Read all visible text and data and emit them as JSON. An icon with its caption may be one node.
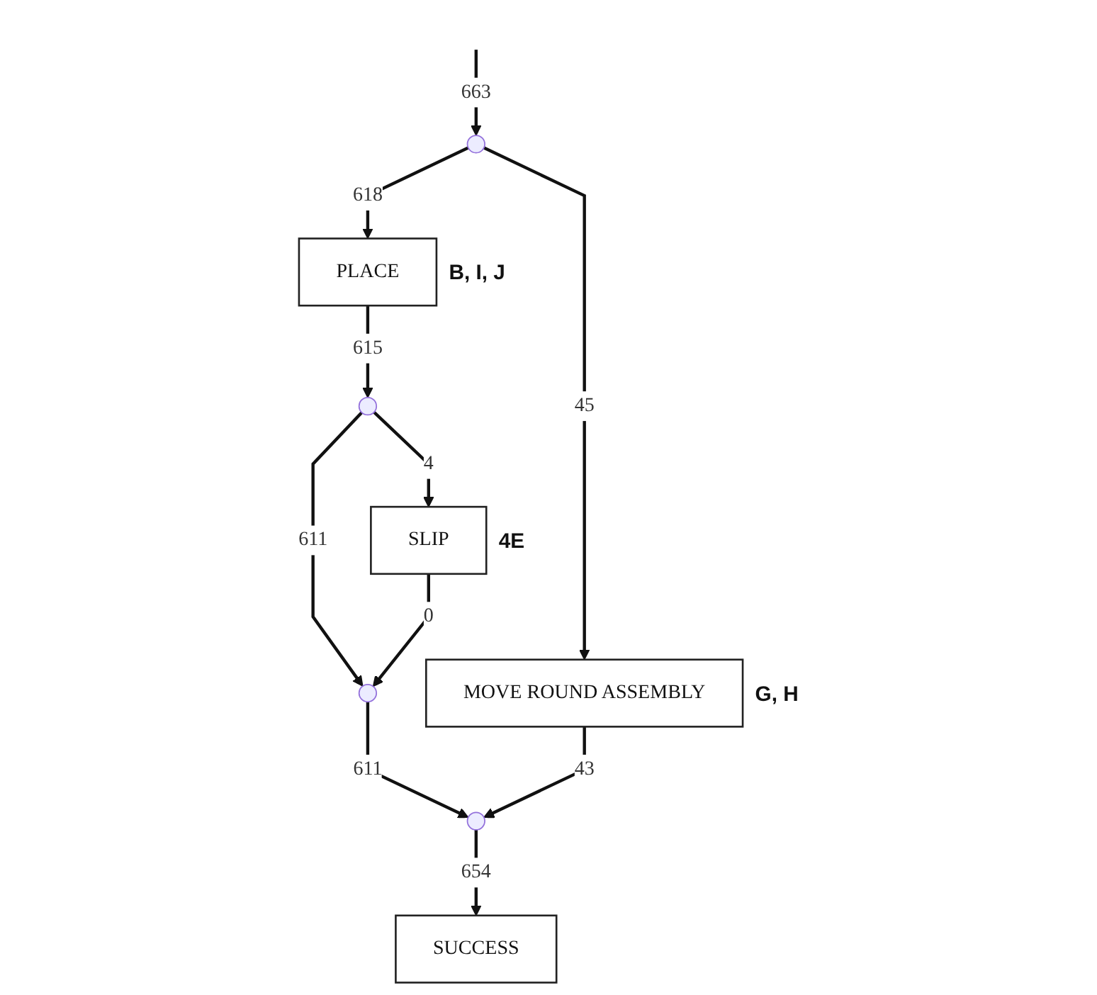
{
  "diagram": {
    "nodes": [
      {
        "text": [],
        "shape": "dot"
      },
      {
        "text": [
          "PLACE"
        ],
        "beside": [
          "B, I, J"
        ]
      },
      {
        "text": [
          "MOVE ROUND ASSEMBLY"
        ],
        "beside": [
          "G, H"
        ]
      },
      {
        "text": [],
        "shape": "dot"
      },
      {
        "text": [
          "SLIP"
        ],
        "beside": [
          "4E"
        ]
      },
      {
        "text": [],
        "shape": "dot"
      },
      {
        "text": [],
        "shape": "dot"
      },
      {
        "text": [
          "SUCCESS"
        ]
      }
    ],
    "edges": [
      {
        "from": null,
        "to": 0,
        "arrow": "to",
        "label": "663"
      },
      {
        "from": 0,
        "to": 1,
        "arrow": "to",
        "label": "618"
      },
      {
        "from": 0,
        "to": 2,
        "arrow": "to",
        "label": "45"
      },
      {
        "from": 1,
        "to": 3,
        "arrow": "to",
        "label": "615"
      },
      {
        "from": 3,
        "to": 4,
        "arrow": "to",
        "label": "4"
      },
      {
        "from": 3,
        "to": 5,
        "arrow": "to",
        "label": "611"
      },
      {
        "from": 4,
        "to": 5,
        "arrow": "to",
        "label": "0"
      },
      {
        "from": 5,
        "to": 6,
        "arrow": "to",
        "label": "611"
      },
      {
        "from": 2,
        "to": 6,
        "arrow": "to",
        "label": "43"
      },
      {
        "from": 6,
        "to": 7,
        "arrow": "to",
        "label": "654"
      }
    ]
  }
}
